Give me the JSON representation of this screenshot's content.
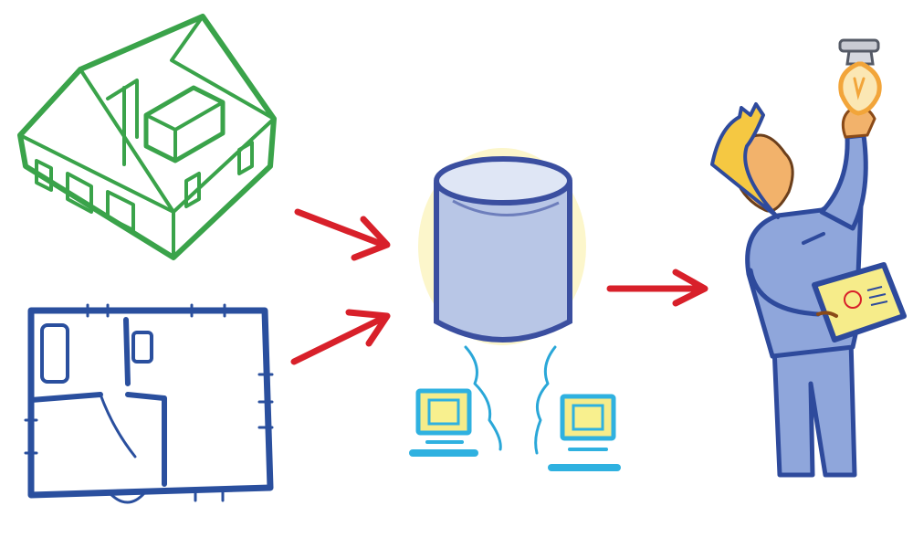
{
  "illustration": {
    "elements": [
      {
        "id": "house-3d",
        "icon": "house-wireframe-icon"
      },
      {
        "id": "floor-plan",
        "icon": "floor-plan-icon"
      },
      {
        "id": "database",
        "icon": "database-cylinder-icon"
      },
      {
        "id": "workstation-left",
        "icon": "computer-monitor-icon"
      },
      {
        "id": "workstation-right",
        "icon": "computer-monitor-icon"
      },
      {
        "id": "technician",
        "icon": "technician-person-icon"
      },
      {
        "id": "light-bulb",
        "icon": "light-bulb-icon"
      },
      {
        "id": "tablet",
        "icon": "tablet-icon"
      }
    ],
    "arrows": [
      {
        "from": "house-3d",
        "to": "database"
      },
      {
        "from": "floor-plan",
        "to": "database"
      },
      {
        "from": "database",
        "to": "technician"
      }
    ]
  },
  "colors": {
    "house": "#3aa34a",
    "floor_plan": "#2a4f9e",
    "arrow": "#d8202a",
    "database_fill": "#b8c6e6",
    "database_stroke": "#3b4fa0",
    "database_glow": "#f5e56b",
    "cable": "#2aa7d8",
    "monitor_frame": "#2fb1e0",
    "monitor_screen": "#f6ec8a",
    "technician_suit": "#8fa6db",
    "technician_outline": "#2e4a9c",
    "skin": "#f2b26b",
    "hair": "#f5c842",
    "bulb": "#f2a53a"
  }
}
